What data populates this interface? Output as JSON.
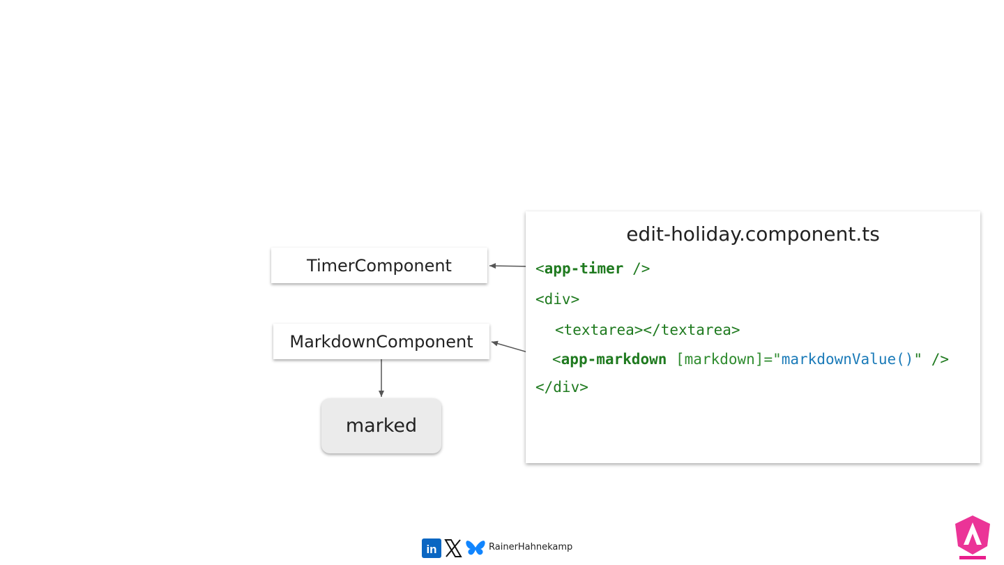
{
  "diagram": {
    "timer_label": "TimerComponent",
    "markdown_label": "MarkdownComponent",
    "marked_label": "marked",
    "code_title": "edit-holiday.component.ts",
    "code": {
      "line1_open": "<",
      "line1_tag": "app-timer",
      "line1_close": " />",
      "line2": "<div>",
      "line3": "<textarea></textarea>",
      "line4_open": "<",
      "line4_tag": "app-markdown",
      "line4_attr": " [markdown]=\"",
      "line4_value": "markdownValue()",
      "line4_close": "\" />",
      "line5": "</div>"
    }
  },
  "footer": {
    "author": "RainerHahnekamp",
    "icons": [
      "linkedin-icon",
      "x-icon",
      "bluesky-icon"
    ],
    "linkedin_text": "in"
  },
  "colors": {
    "code_green": "#1f7a1f",
    "code_blue": "#1a7ab8",
    "brand_pink": "#e91e8c"
  }
}
